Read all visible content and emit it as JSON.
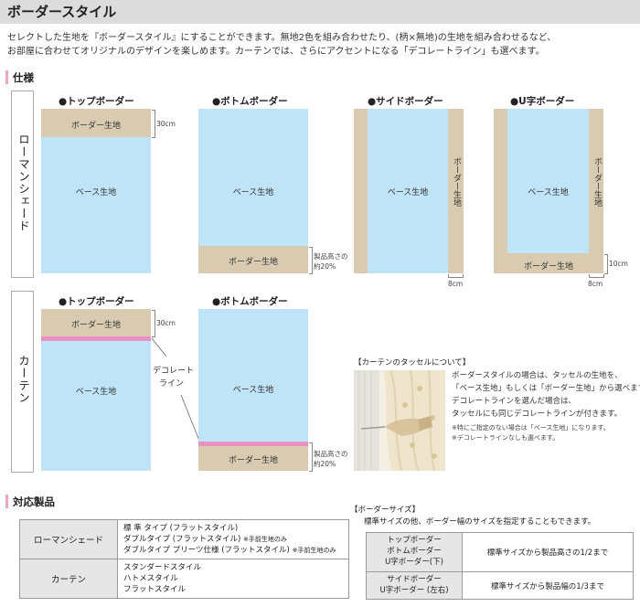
{
  "header": {
    "title": "ボーダースタイル",
    "intro_1": "セレクトした生地を『ボーダースタイル』にすることができます。無地2色を組み合わせたり、(柄×無地)の生地を組み合わせるなど、",
    "intro_2": "お部屋に合わせてオリジナルのデザインを楽しめます。カーテンでは、さらにアクセントになる「デコレートライン」も選べます。"
  },
  "spec": {
    "title": "仕様",
    "roman_label": "ローマンシェード",
    "curtain_label": "カーテン",
    "headings": {
      "top": "●トップボーダー",
      "bottom": "●ボトムボーダー",
      "side": "●サイドボーダー",
      "u": "●U字ボーダー"
    },
    "labels": {
      "base": "ベース生地",
      "border": "ボーダー生地",
      "decorate_1": "デコレート",
      "decorate_2": "ライン"
    },
    "dims": {
      "d30": "30cm",
      "d8": "8cm",
      "d10": "10cm",
      "pct_1": "製品高さの",
      "pct_2": "約20%"
    }
  },
  "tassel": {
    "title": "【カーテンのタッセルについて】",
    "line1": "ボーダースタイルの場合は、タッセルの生地を、",
    "line2": "「ベース生地」もしくは「ボーダー生地」から選べます。",
    "line3": "デコレートラインを選んだ場合は、",
    "line4": "タッセルにも同じデコレートラインが付きます。",
    "note1": "※特にご指定のない場合は「ベース生地」になります。",
    "note2": "※デコレートラインなしも選べます。"
  },
  "products": {
    "title": "対応製品",
    "rows": [
      {
        "category": "ローマンシェード",
        "items": [
          {
            "text": "標 準 タイプ (フラットスタイル)",
            "note": ""
          },
          {
            "text": "ダブルタイプ (フラットスタイル)",
            "note": "※手前生地のみ"
          },
          {
            "text": "ダブルタイプ プリーツ仕様 (フラットスタイル)",
            "note": "※手前生地のみ"
          }
        ]
      },
      {
        "category": "カーテン",
        "items": [
          {
            "text": "スタンダードスタイル",
            "note": ""
          },
          {
            "text": "ハトメスタイル",
            "note": ""
          },
          {
            "text": "フラットスタイル",
            "note": ""
          }
        ]
      }
    ]
  },
  "border_size": {
    "title": "【ボーダーサイズ】",
    "subtitle": "標準サイズの他、ボーダー幅のサイズを指定することもできます。",
    "rows": [
      {
        "cat_lines": [
          "トップボーダー",
          "ボトムボーダー",
          "U字ボーダー(下)"
        ],
        "value": "標準サイズから製品高さの1/2まで"
      },
      {
        "cat_lines": [
          "サイドボーダー",
          "U字ボーダー (左右)"
        ],
        "value": "標準サイズから製品幅の1/3まで"
      }
    ]
  }
}
